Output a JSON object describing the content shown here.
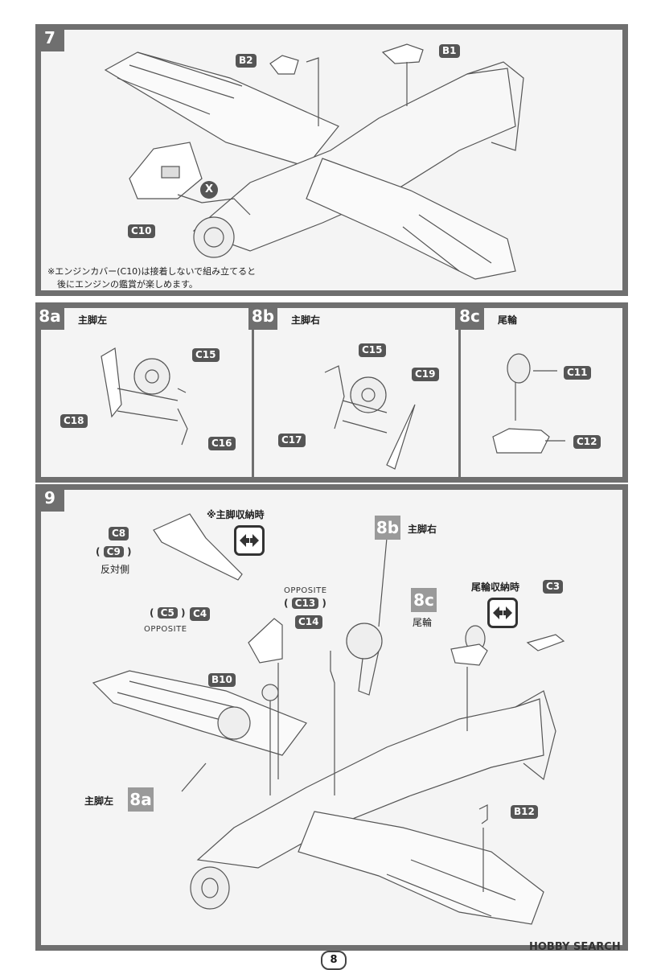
{
  "step7": {
    "number": "7",
    "parts": {
      "b2": "B2",
      "b1": "B1",
      "c10": "C10"
    },
    "glue_icon": "X",
    "note_line1": "※エンジンカバー(C10)は接着しないで組み立てると",
    "note_line2": "後にエンジンの鑑賞が楽しめます。"
  },
  "step8a": {
    "number": "8a",
    "title": "主脚左",
    "parts": {
      "c15": "C15",
      "c18": "C18",
      "c16": "C16"
    }
  },
  "step8b": {
    "number": "8b",
    "title": "主脚右",
    "parts": {
      "c15": "C15",
      "c19": "C19",
      "c17": "C17"
    }
  },
  "step8c": {
    "number": "8c",
    "title": "尾輪",
    "parts": {
      "c11": "C11",
      "c12": "C12"
    }
  },
  "step9": {
    "number": "9",
    "retracted_note": "※主脚収納時",
    "c8": "C8",
    "c9": "C9",
    "c9_opposite": "反対側",
    "ref_8b_tag": "8b",
    "ref_8b_label": "主脚右",
    "opposite_label_1": "OPPOSITE",
    "c13": "C13",
    "c14": "C14",
    "c5": "C5",
    "c4": "C4",
    "opposite_label_2": "OPPOSITE",
    "ref_8c_tag": "8c",
    "ref_8c_label": "尾輪",
    "tail_retracted_note": "尾輪収納時",
    "c3": "C3",
    "b10": "B10",
    "ref_8a_tag": "8a",
    "ref_8a_label": "主脚左",
    "b12": "B12"
  },
  "footer": {
    "page_number": "8",
    "watermark": "HOBBY SEARCH"
  },
  "icons": {
    "glue": "glue-drop-icon",
    "alternate": "alternate-arrows-icon"
  }
}
